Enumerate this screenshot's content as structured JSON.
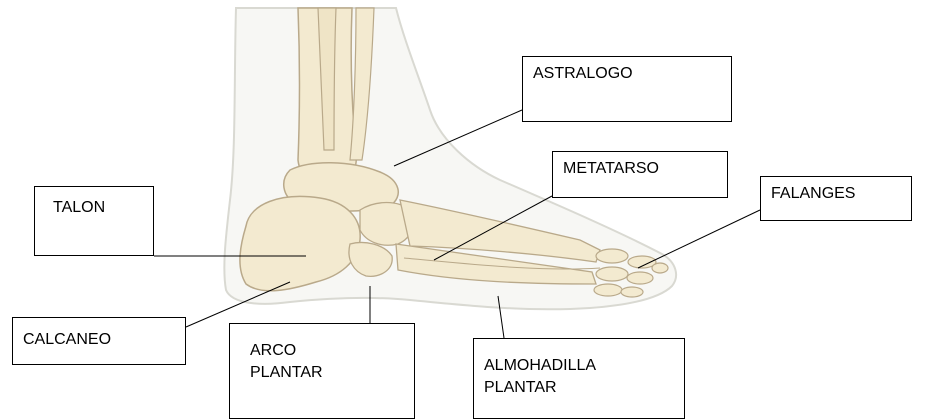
{
  "labels": {
    "astralogo": "ASTRALOGO",
    "metatarso": "METATARSO",
    "falanges": "FALANGES",
    "talon": "TALON",
    "calcaneo": "CALCANEO",
    "arco_plantar": "ARCO\nPLANTAR",
    "almohadilla_plantar": "ALMOHADILLA\nPLANTAR"
  },
  "colors": {
    "bone": "#f3ead0",
    "bone_outline": "#b9a98a",
    "skin_outline": "#d9d9d2",
    "skin_fill": "#f7f7f4",
    "leader_line": "#000000"
  }
}
